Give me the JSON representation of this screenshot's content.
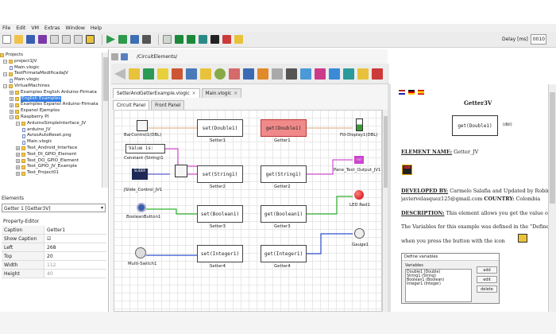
{
  "menu": [
    "File",
    "Edit",
    "VM",
    "Extras",
    "Window",
    "Help"
  ],
  "toolbar": {
    "delay_label": "Delay [ms]",
    "delay_value": "0010"
  },
  "projects": {
    "title": "Projects",
    "items": [
      {
        "label": "project1JV",
        "depth": 1,
        "kind": "folder",
        "expander": "−"
      },
      {
        "label": "Main.vlogic",
        "depth": 2,
        "kind": "file"
      },
      {
        "label": "TestFirmataModificadaJV",
        "depth": 1,
        "kind": "folder",
        "expander": "−"
      },
      {
        "label": "Main.vlogic",
        "depth": 2,
        "kind": "file"
      },
      {
        "label": "VirtualMachines",
        "depth": 1,
        "kind": "folder",
        "expander": "−"
      },
      {
        "label": "Examples English Arduino-Firmata",
        "depth": 2,
        "kind": "folder",
        "expander": "+"
      },
      {
        "label": "English Examples",
        "depth": 2,
        "kind": "folder",
        "expander": "+",
        "selected": true
      },
      {
        "label": "Examples Espanol Arduino-Firmata",
        "depth": 2,
        "kind": "folder",
        "expander": "+"
      },
      {
        "label": "Espanol Ejemplos",
        "depth": 2,
        "kind": "folder",
        "expander": "+"
      },
      {
        "label": "Raspberry PI",
        "depth": 2,
        "kind": "folder",
        "expander": "−"
      },
      {
        "label": "ArduinoSimpleInterface_JV",
        "depth": 3,
        "kind": "folder",
        "expander": "−"
      },
      {
        "label": "arduino_JV",
        "depth": 4,
        "kind": "file"
      },
      {
        "label": "AvisoAutoReset.png",
        "depth": 4,
        "kind": "file"
      },
      {
        "label": "Main.vlogic",
        "depth": 4,
        "kind": "file"
      },
      {
        "label": "Test_Android_Interface",
        "depth": 3,
        "kind": "folder",
        "expander": "+"
      },
      {
        "label": "Test_DI_GPIO_Element",
        "depth": 3,
        "kind": "folder",
        "expander": "+"
      },
      {
        "label": "Test_DO_GPIO_Element",
        "depth": 3,
        "kind": "folder",
        "expander": "+"
      },
      {
        "label": "Test_GPIO_JV_Example",
        "depth": 3,
        "kind": "folder",
        "expander": "+"
      },
      {
        "label": "Test_Project01",
        "depth": 3,
        "kind": "folder",
        "expander": "+"
      }
    ]
  },
  "elements": {
    "title": "Elements",
    "selected": "Getter 1 [Getter3V]"
  },
  "property_editor": {
    "title": "Property-Editor",
    "rows": [
      {
        "key": "Caption",
        "value": "Getter1"
      },
      {
        "key": "Show Caption",
        "value": "☑"
      },
      {
        "key": "Left",
        "value": "268"
      },
      {
        "key": "Top",
        "value": "20"
      },
      {
        "key": "Width",
        "value": "112",
        "disabled": true
      },
      {
        "key": "Height",
        "value": "40",
        "disabled": true
      }
    ]
  },
  "nav": {
    "path": "/CircuitElements/"
  },
  "editor_tabs": [
    {
      "label": "SetterAndGetterExample.vlogic",
      "active": true
    },
    {
      "label": "Main.vlogic",
      "active": false
    }
  ],
  "panel_tabs": [
    {
      "label": "Circuit Panel",
      "active": true
    },
    {
      "label": "Front Panel",
      "active": false
    }
  ],
  "circuit": {
    "blocks": [
      {
        "id": "setter1",
        "text": "set(Double1)",
        "caption": "Setter1"
      },
      {
        "id": "getter1",
        "text": "get(Double1)",
        "caption": "Getter1"
      },
      {
        "id": "setter2",
        "text": "set(String1)",
        "caption": "Setter2"
      },
      {
        "id": "getter2",
        "text": "get(String1)",
        "caption": "Getter2"
      },
      {
        "id": "setter3",
        "text": "set(Boolean1)",
        "caption": "Setter3"
      },
      {
        "id": "getter3",
        "text": "get(Boolean1)",
        "caption": "Getter3"
      },
      {
        "id": "setter4",
        "text": "set(Integer1)",
        "caption": "Setter4"
      },
      {
        "id": "getter4",
        "text": "get(Integer1)",
        "caption": "Getter4"
      }
    ],
    "constant_text": "Value is:",
    "labels": {
      "barcontrol": "BarControl1(DBL)",
      "constant": "Constant (String)1",
      "slider": "JSlide_Control_JV1",
      "slider_text": "SLIDER",
      "booleanbutton": "BooleanButton1",
      "multiswitch": "Multi-Switch1",
      "filldisplay": "Fill-Display1(DBL)",
      "panetext": "Pane_Text_Output_JV1",
      "panetext_icon": "TXT",
      "led": "LED Red1",
      "gauge": "Gauge1"
    }
  },
  "doc": {
    "title": "Getter3V",
    "block_text": "get(Double1)",
    "block_symbol": "(dbl)",
    "element_name_label": "ELEMENT NAME:",
    "element_name_value": "Getter_JV",
    "var_icon": "VAR",
    "developed_label": "DEVELOPED BY:",
    "developed_value": "Carmelo Salafia and Updated by Robinson Ja",
    "email_line": "javiervelasquez125@gmail.com",
    "country_label": "COUNTRY:",
    "country_value": "Colombia",
    "desc_label": "DESCRIPTION:",
    "desc_value": "This element allows you get the value of the sp",
    "line2": "The Variables for this example was defined in the \"Define Variab",
    "line3": "when you press the button with the icon",
    "dialog": {
      "title": "Define variables",
      "list_label": "Variables",
      "items": [
        "Double1 (Double)",
        "String1 (String)",
        "Boolean1 (Boolean)",
        "Integer1 (Integer)"
      ],
      "buttons": [
        "add",
        "edit",
        "delete"
      ]
    }
  },
  "colors": {
    "accent": "#2f7ae0",
    "getter_highlight": "#f08a8a"
  }
}
